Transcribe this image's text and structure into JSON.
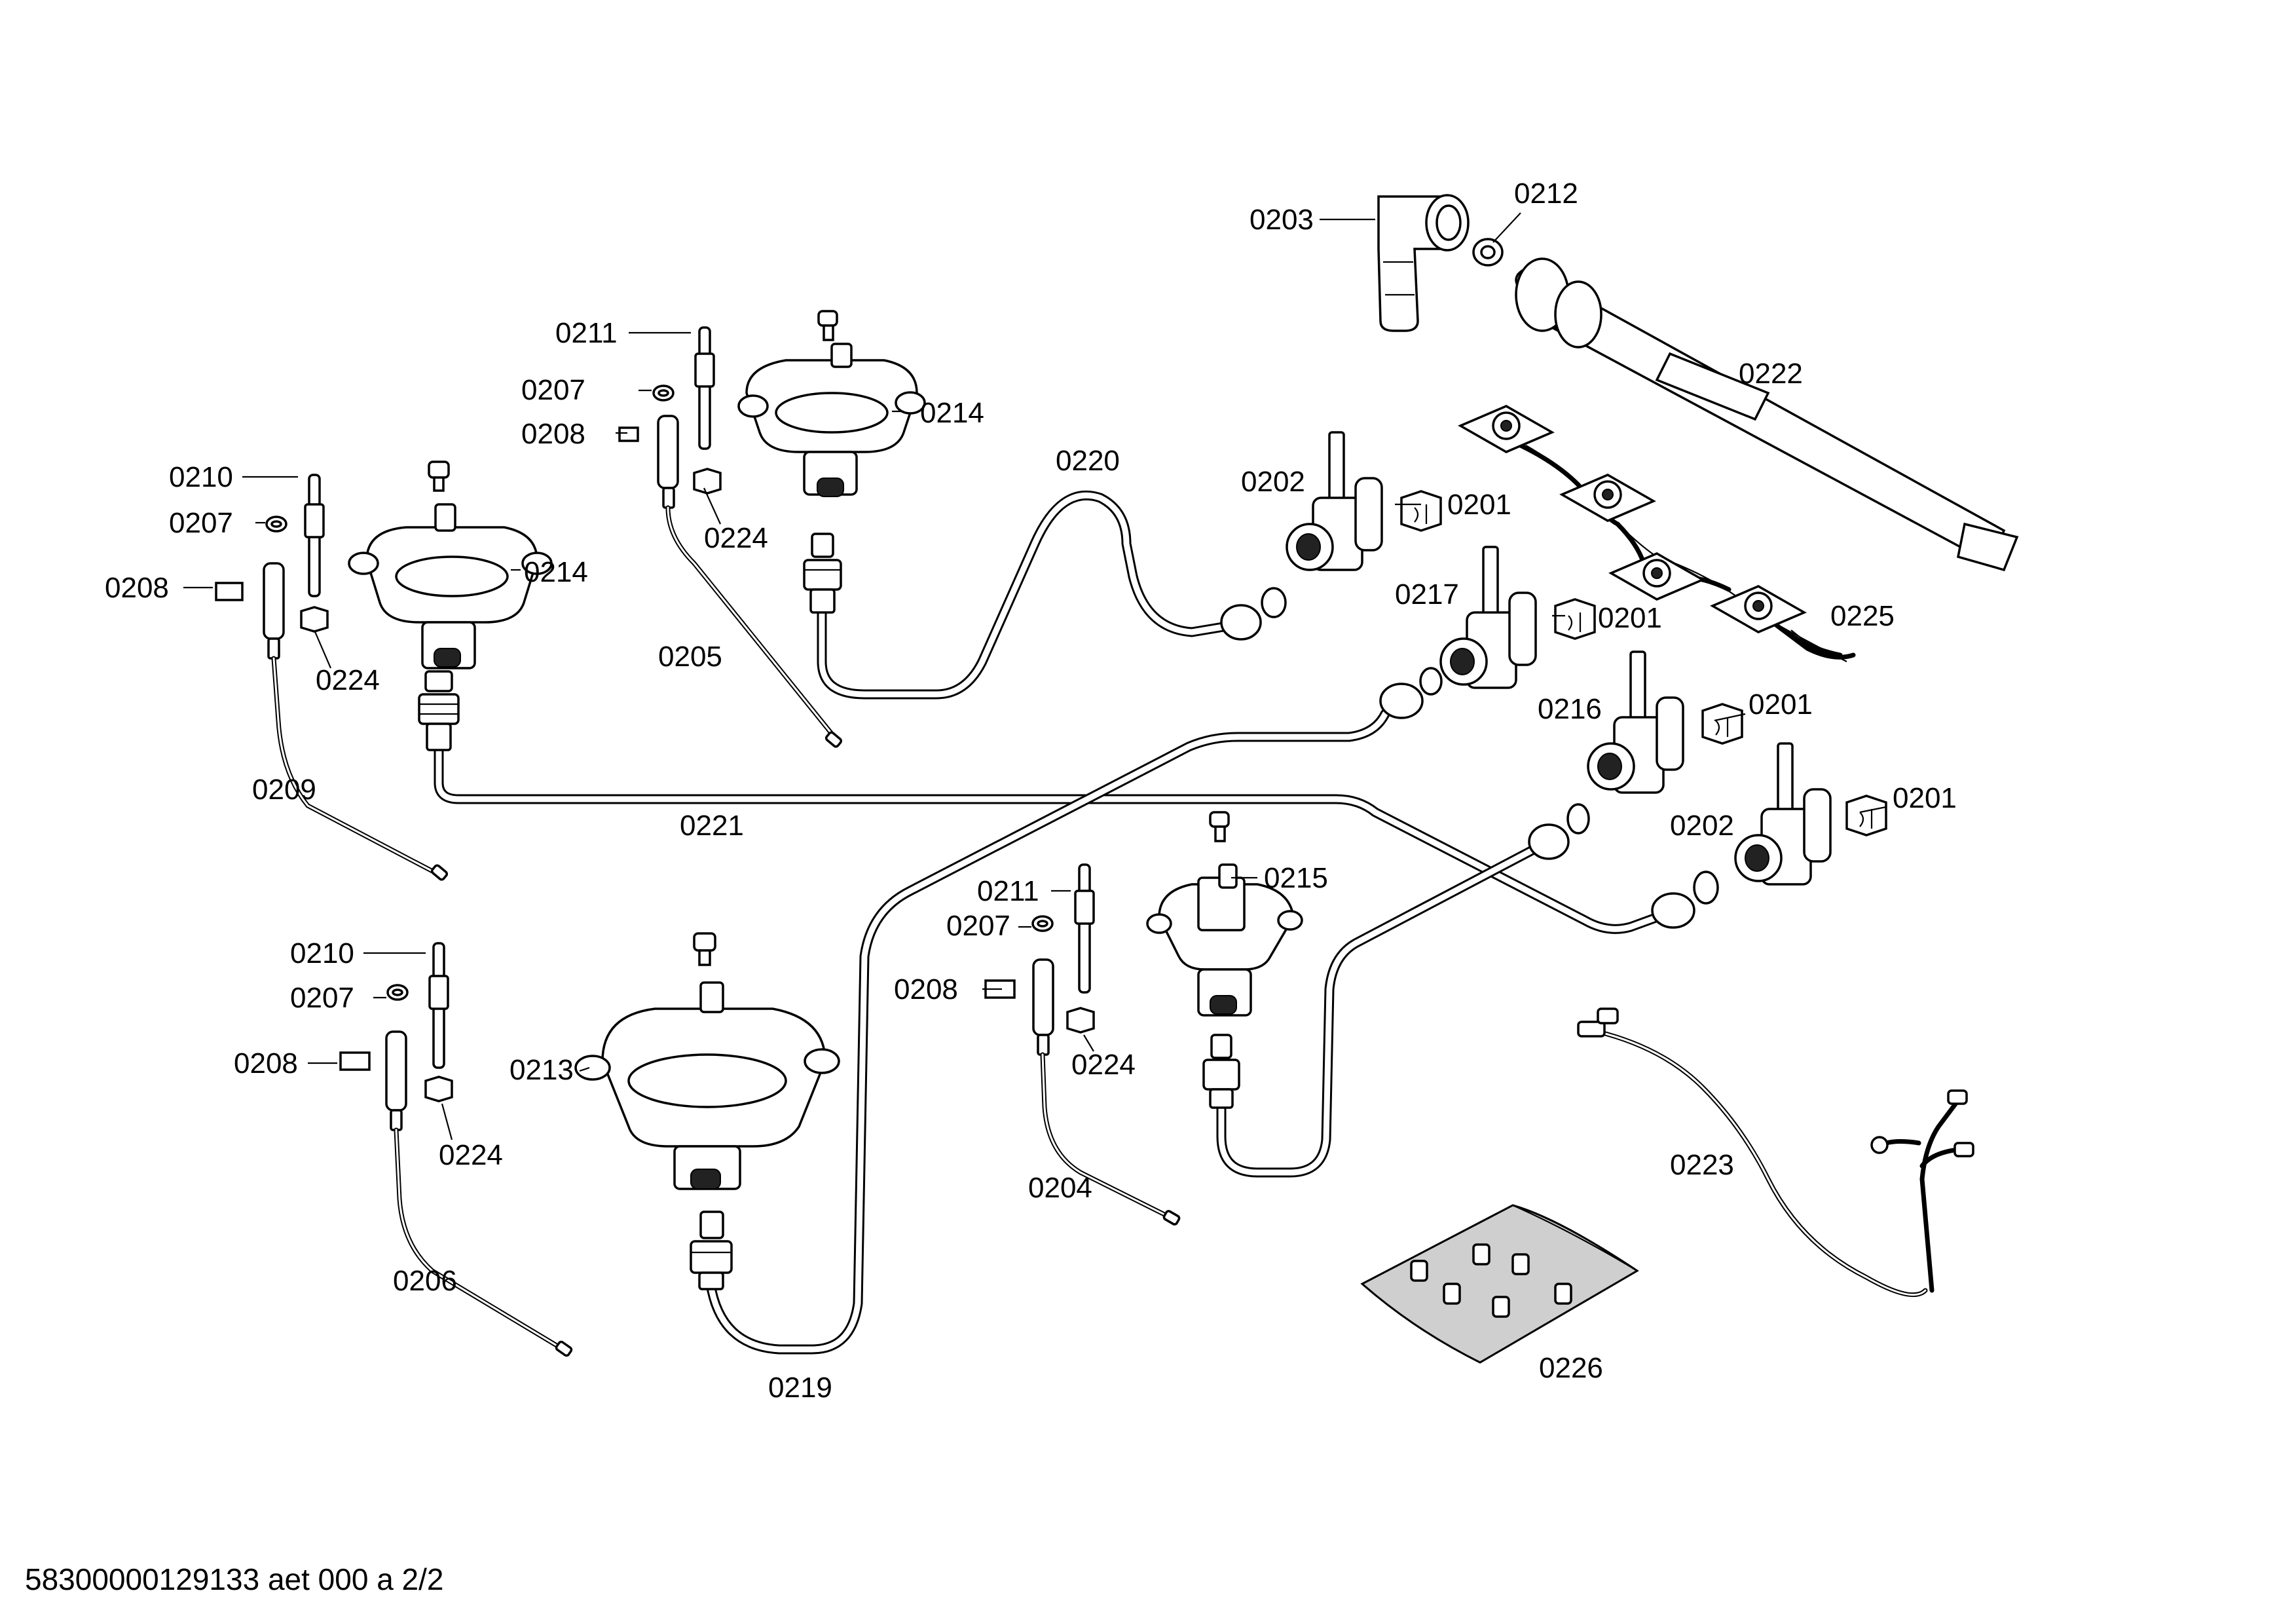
{
  "diagram": {
    "labels": {
      "l0203": "0203",
      "l0212": "0212",
      "l0222": "0222",
      "l0211a": "0211",
      "l0207a": "0207",
      "l0208a": "0208",
      "l0214a": "0214",
      "l0224a": "0224",
      "l0220": "0220",
      "l0202a": "0202",
      "l0201a": "0201",
      "l0210a": "0210",
      "l0207b": "0207",
      "l0208b": "0208",
      "l0214b": "0214",
      "l0224b": "0224",
      "l0205": "0205",
      "l0217": "0217",
      "l0201b": "0201",
      "l0225": "0225",
      "l0209": "0209",
      "l0216": "0216",
      "l0201c": "0201",
      "l0221": "0221",
      "l0202b": "0202",
      "l0201d": "0201",
      "l0211b": "0211",
      "l0215": "0215",
      "l0207c": "0207",
      "l0210b": "0210",
      "l0208c": "0208",
      "l0224c": "0224",
      "l0207d": "0207",
      "l0208d": "0208",
      "l0213": "0213",
      "l0224d": "0224",
      "l0204": "0204",
      "l0223": "0223",
      "l0206": "0206",
      "l0226": "0226",
      "l0219": "0219"
    }
  },
  "footer": {
    "code": "58300000129133 aet 000 a 2/2"
  }
}
